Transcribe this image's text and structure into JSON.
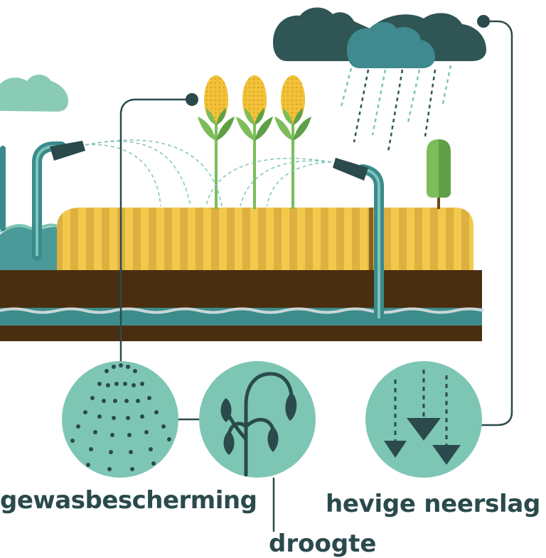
{
  "labels": {
    "crop_protection": "gewasbescherming",
    "heavy_rain": "hevige neerslag",
    "drought": "droogte"
  },
  "colors": {
    "teal_dark": "#2a4a4c",
    "teal": "#3a8a8e",
    "mint": "#7ec6b4",
    "field_yellow": "#f2c94c",
    "field_stripe": "#dcae3c",
    "soil": "#4a2e10",
    "water": "#3c8c8c",
    "plant_green": "#7cbd5a"
  }
}
